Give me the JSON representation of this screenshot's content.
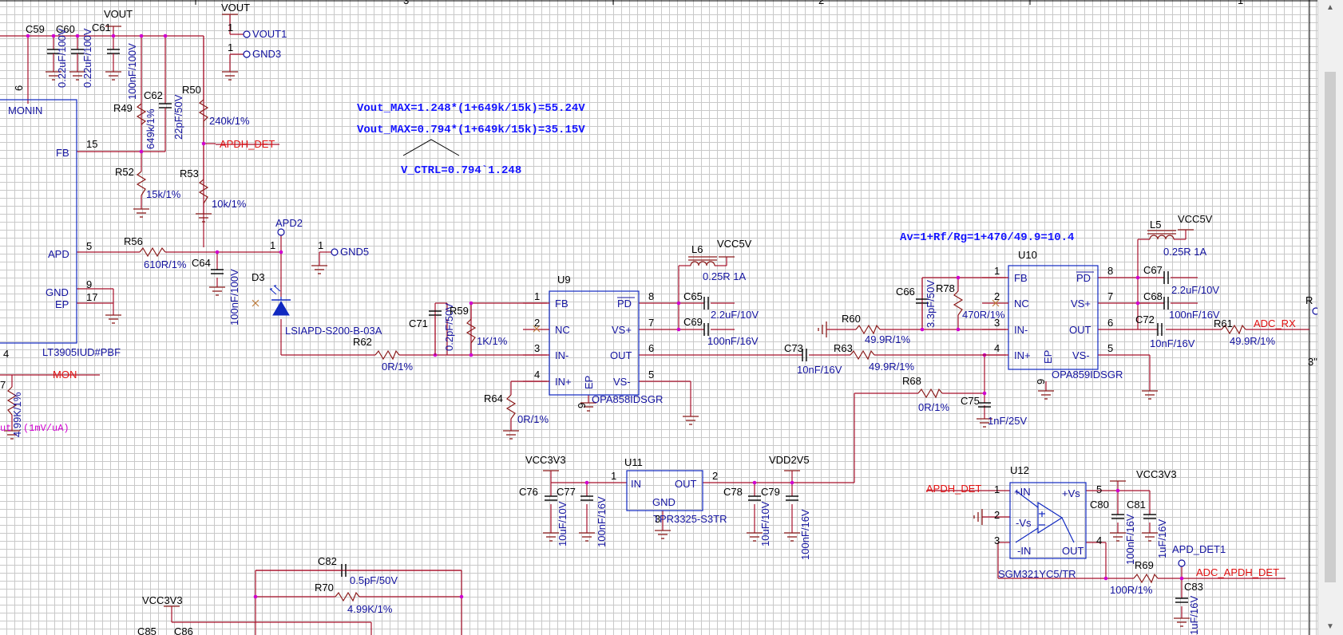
{
  "sheet": {
    "border_zone_numbers": [
      "3",
      "2",
      "1"
    ],
    "formulas": {
      "vout_max_1": "Vout_MAX=1.248*(1+649k/15k)=55.24V",
      "vout_max_2": "Vout_MAX=0.794*(1+649k/15k)=35.15V",
      "v_ctrl": "V_CTRL=0.794`1.248",
      "gain": "Av=1+Rf/Rg=1+470/49.9=10.4"
    },
    "ports": {
      "vout1": "VOUT1",
      "gnd3": "GND3",
      "apd2": "APD2",
      "gnd5": "GND5",
      "apd_det1": "APD_DET1"
    },
    "nets": {
      "vout": "VOUT",
      "apdh_det": "APDH_DET",
      "mon": "MON",
      "adc_rx": "ADC_RX",
      "adc_apdh_det": "ADC_APDH_DET",
      "apdh_det_in": "APDH_DET",
      "vcc5v_1": "VCC5V",
      "vcc5v_2": "VCC5V",
      "vcc3v3_1": "VCC3V3",
      "vcc3v3_2": "VCC3V3",
      "vcc3v3_3": "VCC3V3",
      "vdd2v5": "VDD2V5",
      "mon_scale": "(1mV/uA)"
    },
    "ics": {
      "lt3905": {
        "part": "LT3905IUD#PBF",
        "monin": "MONIN",
        "fb": "FB",
        "apd": "APD",
        "gnd": "GND",
        "ep": "EP",
        "p6": "6",
        "p15": "15",
        "p5": "5",
        "p9": "9",
        "p17": "17",
        "p4": "4",
        "p7": "7"
      },
      "u9": {
        "ref": "U9",
        "part": "OPA858IDSGR",
        "fb": "FB",
        "nc": "NC",
        "inm": "IN-",
        "inp": "IN+",
        "pd": "PD",
        "vsp": "VS+",
        "out": "OUT",
        "vsm": "VS-",
        "ep": "EP",
        "p1": "1",
        "p2": "2",
        "p3": "3",
        "p4": "4",
        "p8": "8",
        "p7": "7",
        "p6": "6",
        "p5": "5",
        "p9": "9"
      },
      "u10": {
        "ref": "U10",
        "part": "OPA859IDSGR",
        "fb": "FB",
        "nc": "NC",
        "inm": "IN-",
        "inp": "IN+",
        "pd": "PD",
        "vsp": "VS+",
        "out": "OUT",
        "vsm": "VS-",
        "ep": "EP",
        "p1": "1",
        "p2": "2",
        "p3": "3",
        "p4": "4",
        "p8": "8",
        "p7": "7",
        "p6": "6",
        "p5": "5",
        "p9": "9"
      },
      "u11": {
        "ref": "U11",
        "part": "TPR3325-S3TR",
        "in": "IN",
        "out": "OUT",
        "gnd": "GND",
        "p1": "1",
        "p2": "2",
        "p3": "3"
      },
      "u12": {
        "ref": "U12",
        "part": "SGM321YC5/TR",
        "inp": "+IN",
        "vsp": "+Vs",
        "vsm": "-Vs",
        "inm": "-IN",
        "out": "OUT",
        "p1": "1",
        "p2": "2",
        "p3": "3",
        "p4": "4",
        "p5": "5"
      }
    },
    "diode": {
      "ref": "D3",
      "part": "LSIAPD-S200-B-03A",
      "p1": "1"
    },
    "port_pins": {
      "vout1": "1",
      "gnd3": "1",
      "gnd5": "1"
    },
    "caps": {
      "c59": {
        "ref": "C59",
        "val": "0.22uF/100V"
      },
      "c60": {
        "ref": "C60",
        "val": "0.22uF/100V"
      },
      "c61": {
        "ref": "C61",
        "val": "100nF/100V"
      },
      "c62": {
        "ref": "C62",
        "val": "22pF/50V"
      },
      "c64": {
        "ref": "C64",
        "val": "100nF/100V"
      },
      "c71": {
        "ref": "C71",
        "val": "0.2pF/50V"
      },
      "c65": {
        "ref": "C65",
        "val": "2.2uF/10V"
      },
      "c69": {
        "ref": "C69",
        "val": "100nF/16V"
      },
      "c73": {
        "ref": "C73",
        "val": "10nF/16V"
      },
      "c66": {
        "ref": "C66",
        "val": "3.3pF/50V"
      },
      "c67": {
        "ref": "C67",
        "val": "2.2uF/10V"
      },
      "c68": {
        "ref": "C68",
        "val": "100nF/16V"
      },
      "c72": {
        "ref": "C72",
        "val": "10nF/16V"
      },
      "c75": {
        "ref": "C75",
        "val": "1nF/25V"
      },
      "c76": {
        "ref": "C76",
        "val": "10uF/10V"
      },
      "c77": {
        "ref": "C77",
        "val": "100nF/16V"
      },
      "c78": {
        "ref": "C78",
        "val": "10uF/10V"
      },
      "c79": {
        "ref": "C79",
        "val": "100nF/16V"
      },
      "c80": {
        "ref": "C80",
        "val": "100nF/16V"
      },
      "c81": {
        "ref": "C81",
        "val": "1uF/16V"
      },
      "c82": {
        "ref": "C82",
        "val": "0.5pF/50V"
      },
      "c83": {
        "ref": "C83",
        "val": "1uF/16V"
      },
      "c85": {
        "ref": "C85"
      },
      "c86": {
        "ref": "C86"
      }
    },
    "res": {
      "r49": {
        "ref": "R49",
        "val": "649k/1%"
      },
      "r50": {
        "ref": "R50",
        "val": "240k/1%"
      },
      "r52": {
        "ref": "R52",
        "val": "15k/1%"
      },
      "r53": {
        "ref": "R53",
        "val": "10k/1%"
      },
      "r56": {
        "ref": "R56",
        "val": "610R/1%"
      },
      "r57_val": "4.99K/1%",
      "r59": {
        "ref": "R59",
        "val": "1K/1%"
      },
      "r62": {
        "ref": "R62",
        "val": "0R/1%"
      },
      "r64": {
        "ref": "R64",
        "val": "0R/1%"
      },
      "r60": {
        "ref": "R60",
        "val": "49.9R/1%"
      },
      "r63": {
        "ref": "R63",
        "val": "49.9R/1%"
      },
      "r78": {
        "ref": "R78",
        "val": "470R/1%"
      },
      "r68": {
        "ref": "R68",
        "val": "0R/1%"
      },
      "r61": {
        "ref": "R61",
        "val": "49.9R/1%"
      },
      "r69": {
        "ref": "R69",
        "val": "100R/1%"
      },
      "r70": {
        "ref": "R70",
        "val": "4.99K/1%"
      },
      "r_edge": "R"
    },
    "inductors": {
      "l5": {
        "ref": "L5",
        "val": "0.25R 1A"
      },
      "l6": {
        "ref": "L6",
        "val": "0.25R 1A"
      }
    },
    "fragments": {
      "bottom_left": "7",
      "left_magenta": "ut",
      "right_edge": "3\""
    }
  },
  "colors": {
    "wire": "#a8102a",
    "body": "#1028c0",
    "label": "#1414a0",
    "net": "#e01010",
    "pin": "#000000",
    "port": "#1010a0",
    "magenta": "#d000d0",
    "junction": "#d000d0",
    "symbol": "#8b1a1a",
    "nc_mark": "#c08040"
  }
}
